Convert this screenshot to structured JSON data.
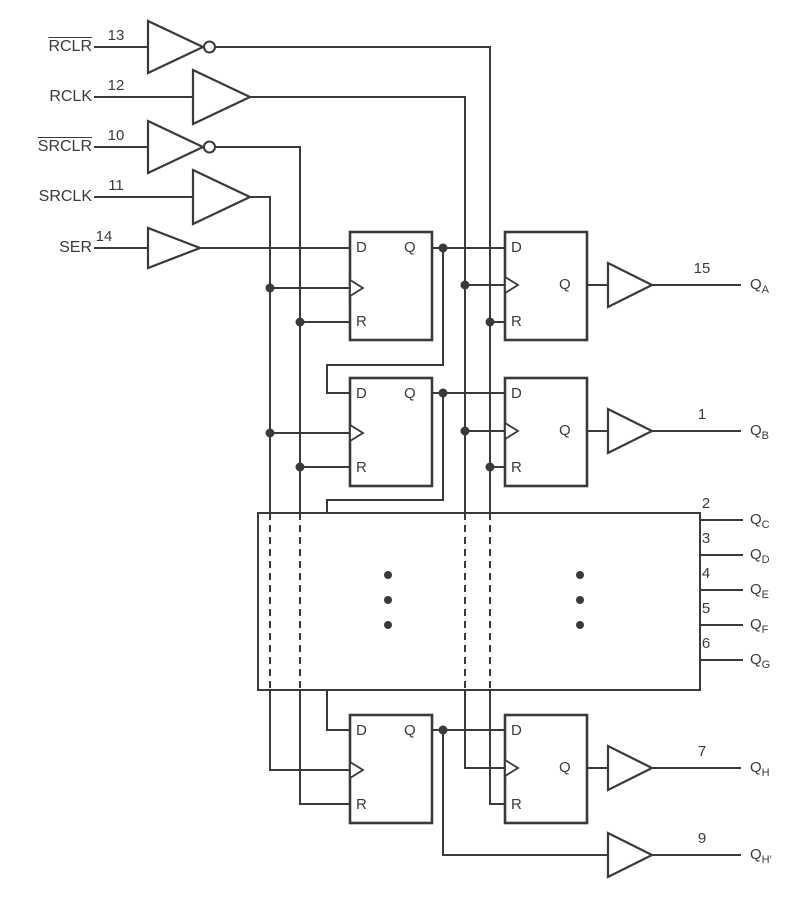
{
  "colors": {
    "ink": "#3a3a3a",
    "background": "#ffffff"
  },
  "inputs": [
    {
      "label": "RCLR",
      "overline": true,
      "pin": "13",
      "gate": "inverter"
    },
    {
      "label": "RCLK",
      "overline": false,
      "pin": "12",
      "gate": "buffer"
    },
    {
      "label": "SRCLR",
      "overline": true,
      "pin": "10",
      "gate": "inverter"
    },
    {
      "label": "SRCLK",
      "overline": false,
      "pin": "11",
      "gate": "buffer"
    },
    {
      "label": "SER",
      "overline": false,
      "pin": "14",
      "gate": "buffer"
    }
  ],
  "ff": {
    "d": "D",
    "q": "Q",
    "r": "R"
  },
  "outputs": [
    {
      "pin": "15",
      "base": "Q",
      "sub": "A"
    },
    {
      "pin": "1",
      "base": "Q",
      "sub": "B"
    },
    {
      "pin": "2",
      "base": "Q",
      "sub": "C"
    },
    {
      "pin": "3",
      "base": "Q",
      "sub": "D"
    },
    {
      "pin": "4",
      "base": "Q",
      "sub": "E"
    },
    {
      "pin": "5",
      "base": "Q",
      "sub": "F"
    },
    {
      "pin": "6",
      "base": "Q",
      "sub": "G"
    },
    {
      "pin": "7",
      "base": "Q",
      "sub": "H"
    },
    {
      "pin": "9",
      "base": "Q",
      "sub": "H'"
    }
  ]
}
